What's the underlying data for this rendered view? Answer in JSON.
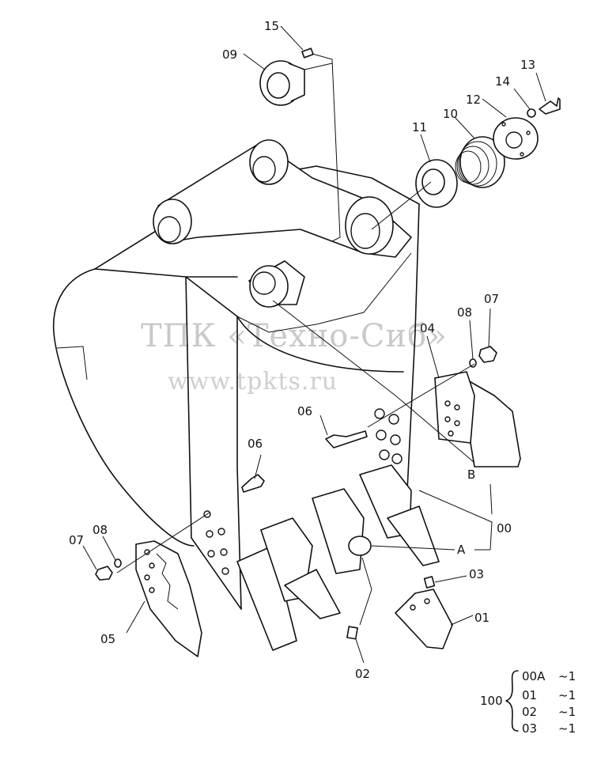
{
  "watermark": {
    "line1": "ТПК «Техно-Сиб»",
    "line2": "www.tpkts.ru"
  },
  "part_labels": {
    "p15": "15",
    "p09": "09",
    "p13": "13",
    "p14": "14",
    "p12": "12",
    "p10": "10",
    "p11": "11",
    "p07_right": "07",
    "p08_right": "08",
    "p04": "04",
    "p06_center": "06",
    "p06_left": "06",
    "B": "B",
    "p00": "00",
    "A": "A",
    "p07_left": "07",
    "p08_left": "08",
    "p03": "03",
    "p01": "01",
    "p05": "05",
    "p02": "02"
  },
  "assembly_table": {
    "group": "100",
    "rows": [
      {
        "part": "00A",
        "qty": "~1"
      },
      {
        "part": "01",
        "qty": "~1"
      },
      {
        "part": "02",
        "qty": "~1"
      },
      {
        "part": "03",
        "qty": "~1"
      }
    ]
  }
}
